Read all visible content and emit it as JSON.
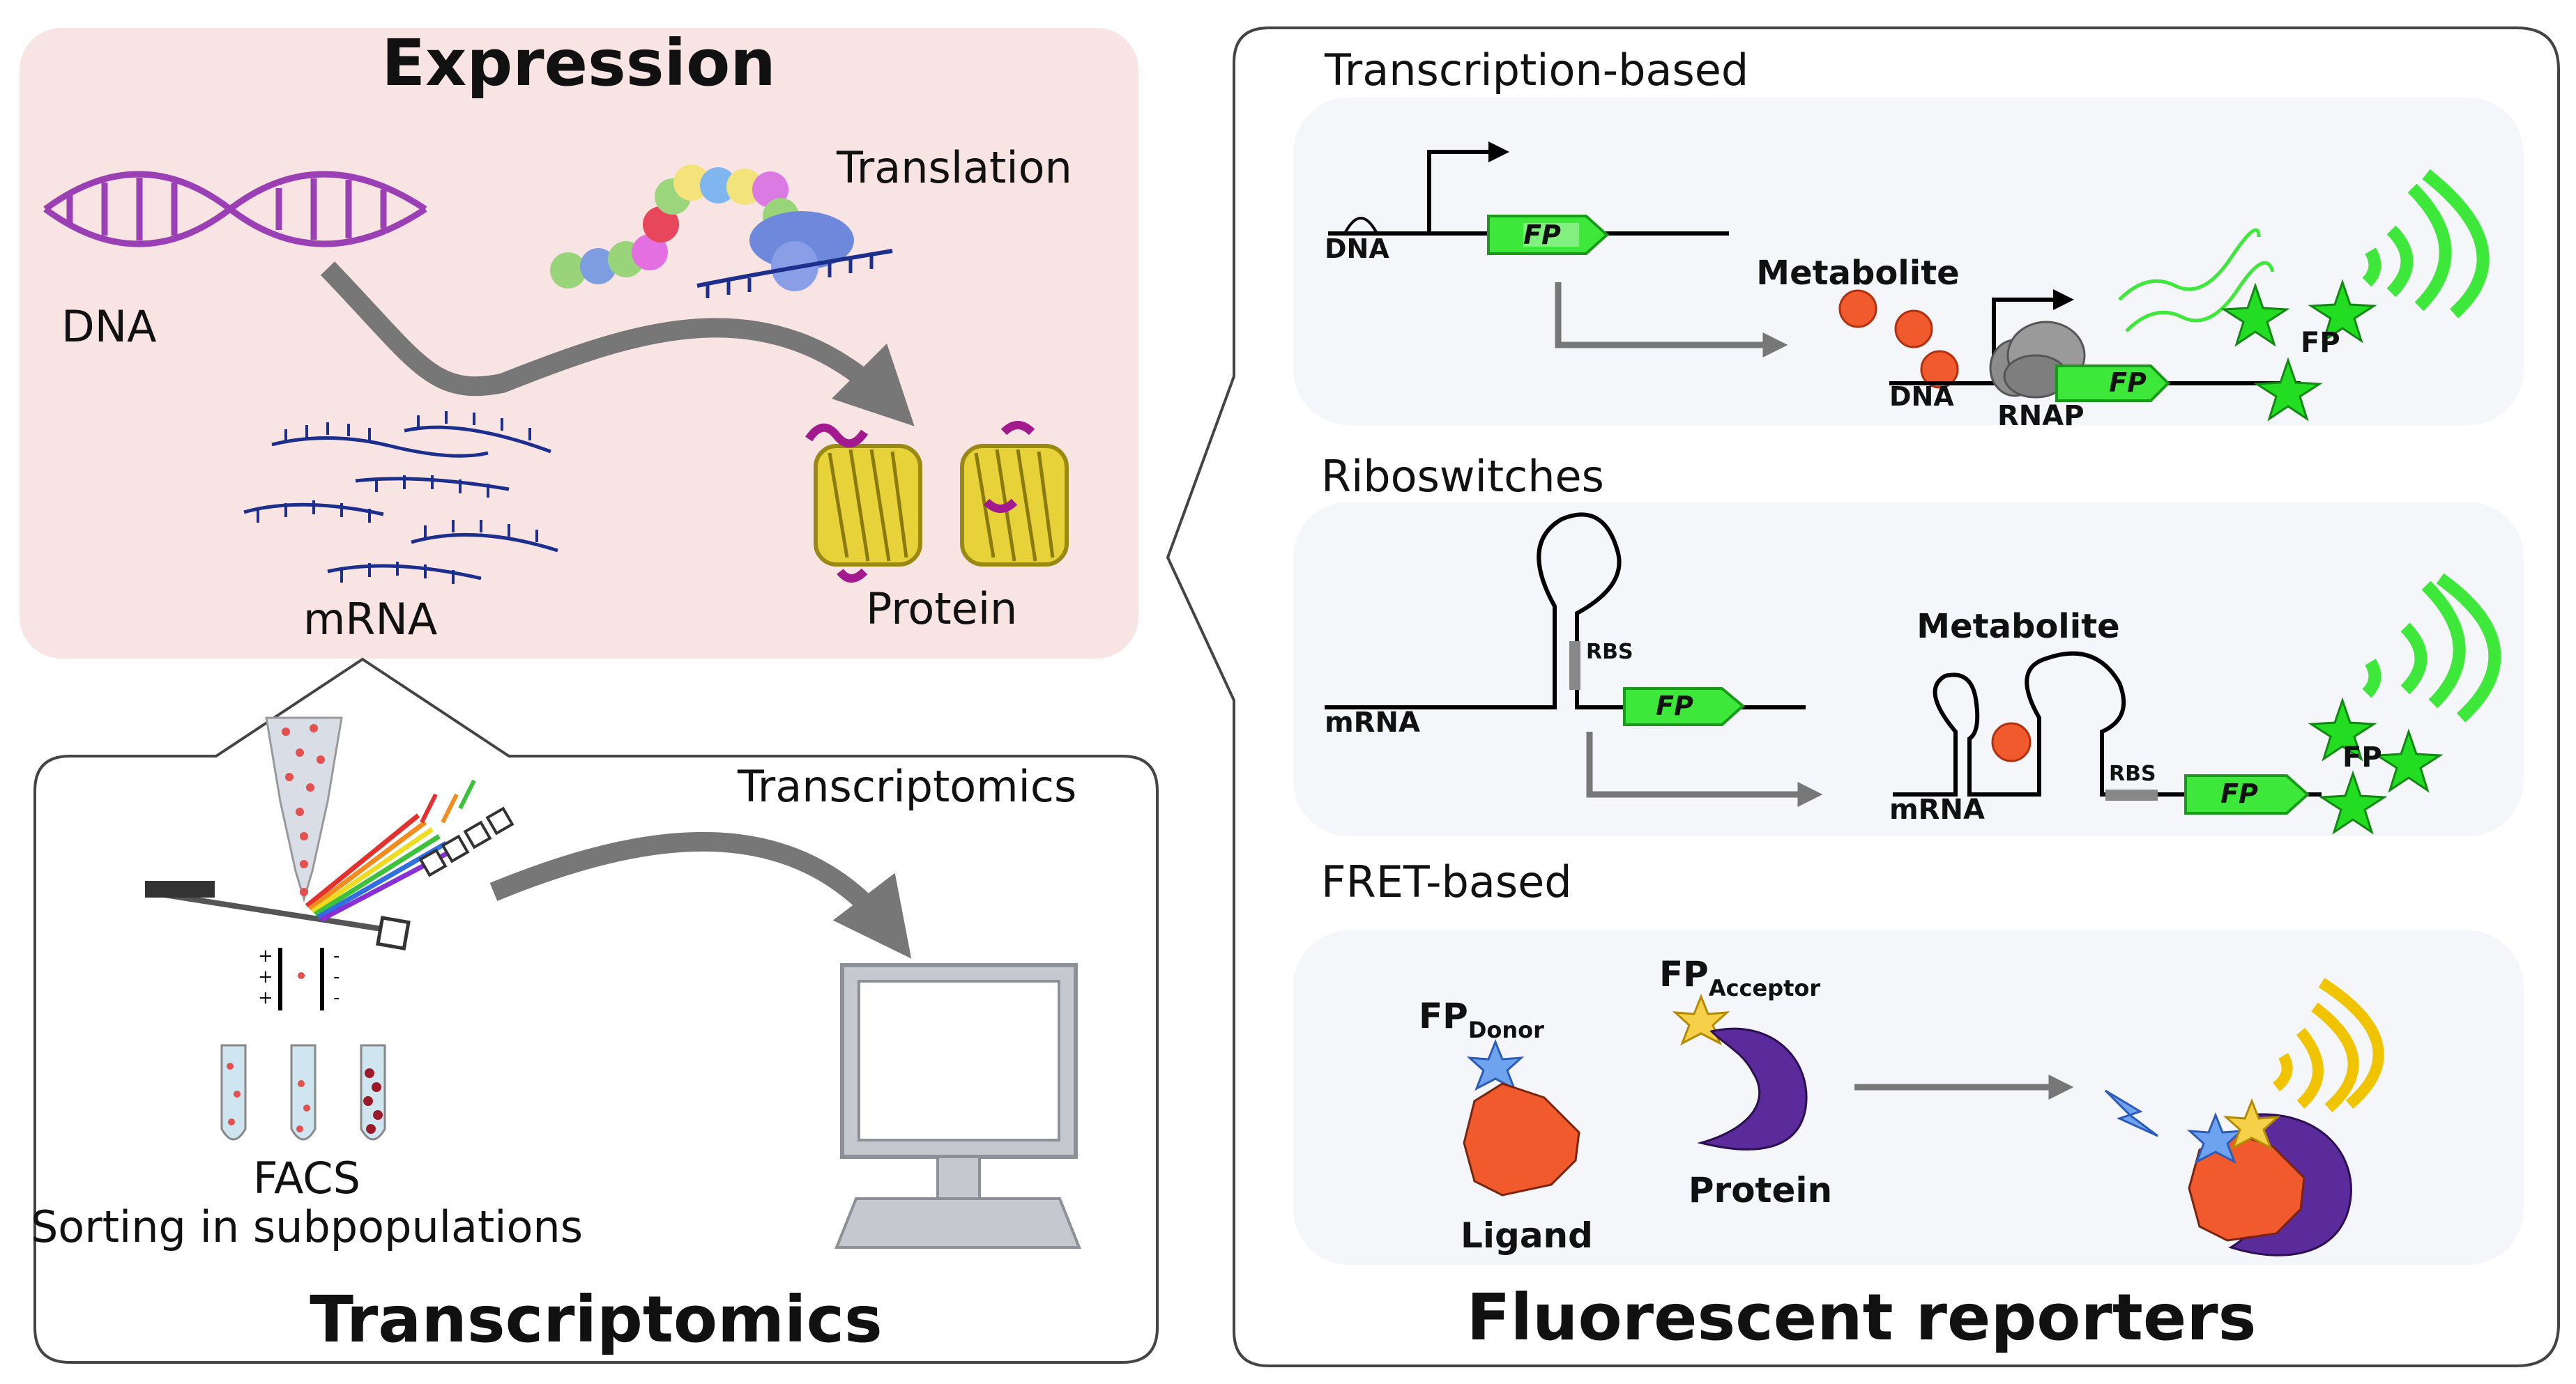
{
  "expression": {
    "title": "Expression",
    "dna_label": "DNA",
    "translation_label": "Translation",
    "mrna_label": "mRNA",
    "protein_label": "Protein"
  },
  "transcriptomics": {
    "title": "Transcriptomics",
    "subtitle": "Transcriptomics",
    "facs_label": "FACS",
    "sorting_label": "Sorting in subpopulations"
  },
  "reporters": {
    "title": "Fluorescent reporters",
    "transcription": {
      "heading": "Transcription-based",
      "dna": "DNA",
      "fp": "FP",
      "metabolite": "Metabolite",
      "dna2": "DNA",
      "rnap": "RNAP",
      "fp2": "FP",
      "fp_star": "FP"
    },
    "riboswitch": {
      "heading": "Riboswitches",
      "mrna": "mRNA",
      "rbs": "RBS",
      "fp": "FP",
      "metabolite": "Metabolite",
      "mrna2": "mRNA",
      "rbs2": "RBS",
      "fp2": "FP",
      "fp_star": "FP"
    },
    "fret": {
      "heading": "FRET-based",
      "fp_donor": "FP",
      "donor_sub": "Donor",
      "fp_acceptor": "FP",
      "acceptor_sub": "Acceptor",
      "ligand": "Ligand",
      "protein": "Protein"
    }
  },
  "colors": {
    "expression_bg": "#f9e4e4",
    "reporter_section_bg": "#f4f6f9",
    "fp_green": "#3ee83a",
    "fp_star_green": "#22dd22",
    "metabolite_orange": "#f05a2c",
    "dna_purple": "#9b3fb5",
    "mrna_navy": "#1d2f8c",
    "arrow_gray": "#777777",
    "ligand_orange": "#f05a2c",
    "protein_purple": "#5b2a9b",
    "yellow_wave": "#f0c400"
  }
}
